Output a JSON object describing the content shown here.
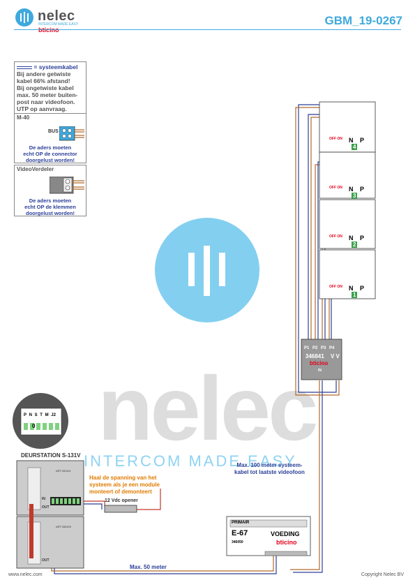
{
  "header": {
    "logo_text": "nelec",
    "logo_sub": "INTERCOM MADE EASY",
    "logo_brand": "bticino",
    "doc_id": "GBM_19-0267"
  },
  "legend_note": {
    "line1": "= systeemkabel",
    "lines": [
      "Bij andere getwiste",
      "kabel 66% afstand!",
      "Bij ongetwiste kabel",
      "max. 50 meter buiten-",
      "post naar videofoon.",
      "UTP op aanvraag."
    ]
  },
  "m40_box": {
    "title": "M-40",
    "bus_label": "BUS",
    "note": [
      "De aders moeten",
      "echt OP de connector",
      "doorgelust worden!"
    ]
  },
  "videoverdeler_box": {
    "title": "VideoVerdeler",
    "note": [
      "De aders moeten",
      "echt OP de klemmen",
      "doorgelust worden!"
    ]
  },
  "monitors": [
    {
      "number": "4",
      "off_on": "OFF ON",
      "n": "N",
      "p": "P"
    },
    {
      "number": "3",
      "off_on": "OFF ON",
      "n": "N",
      "p": "P"
    },
    {
      "number": "2",
      "off_on": "OFF ON",
      "n": "N",
      "p": "P"
    },
    {
      "number": "1",
      "off_on": "OFF ON",
      "n": "N",
      "p": "P"
    }
  ],
  "distributor": {
    "ports": [
      "P1",
      "P2",
      "P3",
      "P4"
    ],
    "model": "346841",
    "vv": "V V",
    "brand": "bticino",
    "in_label": "IN"
  },
  "switch_panel": {
    "labels": [
      "P",
      "N",
      "S",
      "T",
      "M",
      "J",
      "2"
    ],
    "value": "0"
  },
  "door_station": {
    "title": "DEURSTATION S-131V",
    "art1": "ART.331101",
    "art2": "ART.332400",
    "in_label": "IN",
    "out_label": "OUT",
    "warning": [
      "Haal de spanning van het",
      "systeem als je een module",
      "monteert of demonteert"
    ]
  },
  "opener": {
    "label": "12 Vdc opener"
  },
  "power_supply": {
    "primair": "PRIMAIR",
    "model": "E-67",
    "voeding": "VOEDING",
    "art": "346050",
    "brand": "bticino"
  },
  "labels": {
    "max100": [
      "Max. 100 meter systeem-",
      "kabel tot laatste videofoon"
    ],
    "max50": "Max. 50 meter"
  },
  "watermark": {
    "text": "nelec",
    "tagline": "INTERCOM MADE EASY"
  },
  "footer": {
    "left": "www.nelec.com",
    "right": "Copyright Nelec BV"
  },
  "colors": {
    "brand_blue": "#3fa9dd",
    "dark_blue": "#2b3f99",
    "orange": "#e07b00",
    "red": "#e2001a",
    "green": "#3a9f4a"
  }
}
